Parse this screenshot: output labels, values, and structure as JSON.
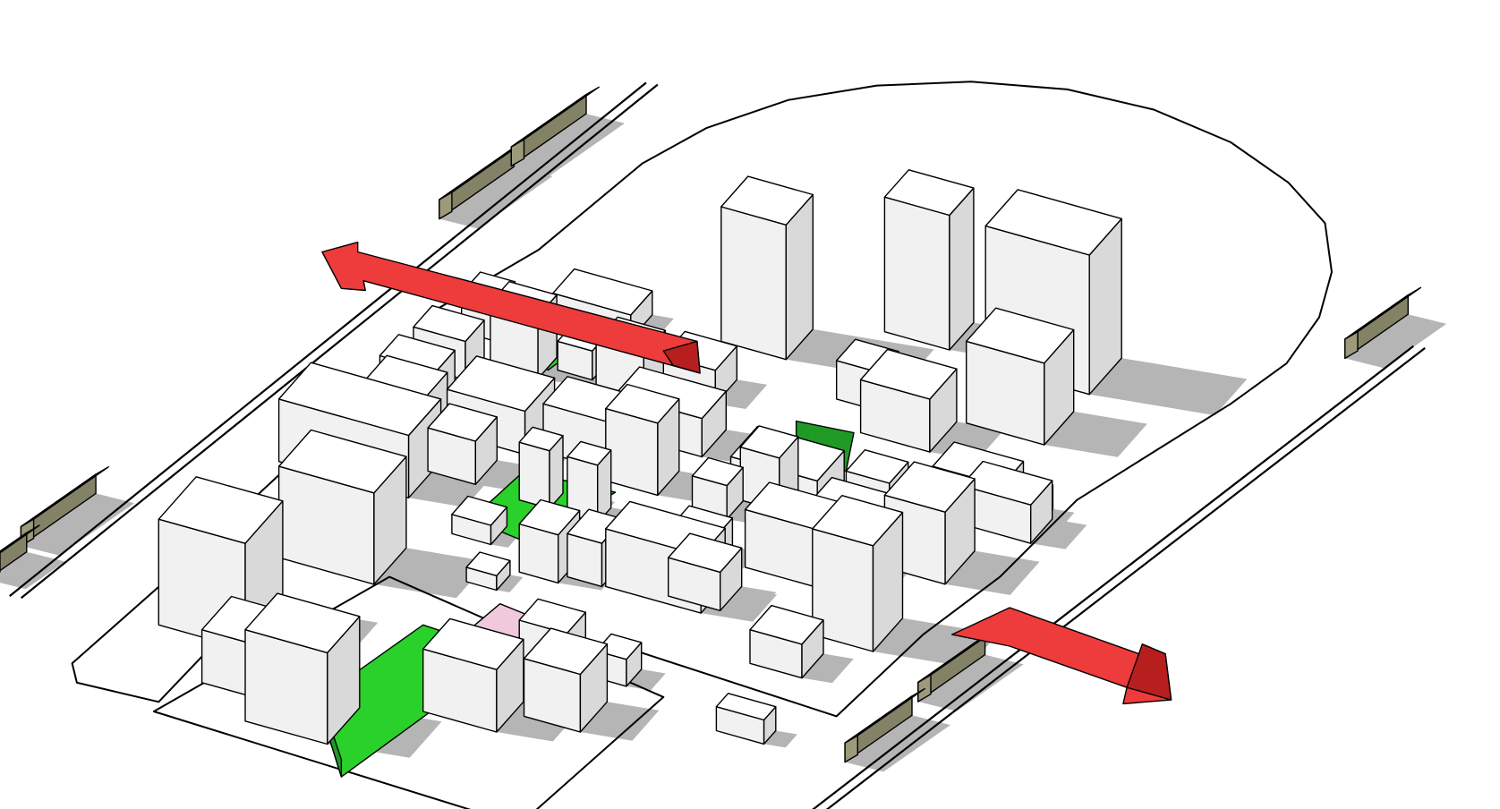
{
  "colors": {
    "background": "#ffffff",
    "outline": "#000000",
    "shadow": "#b5b5b5",
    "building_top": "#ffffff",
    "building_left": "#f1f1f1",
    "building_right": "#d9d9d9",
    "park": "#2bd12b",
    "park_shaded": "#1f9a26",
    "plaza": "#f1c9dc",
    "arrow": "#ee3b3b",
    "arrow_dark": "#b71f1f",
    "railcar_top": "#bcbba0",
    "railcar_front": "#9c9a7a",
    "railcar_side": "#848266"
  },
  "legend_elements": [
    "building-massing",
    "green-park",
    "pink-plaza",
    "red-flow-arrow",
    "rail-line",
    "rail-car",
    "loop-boundary",
    "site-base-plate"
  ]
}
